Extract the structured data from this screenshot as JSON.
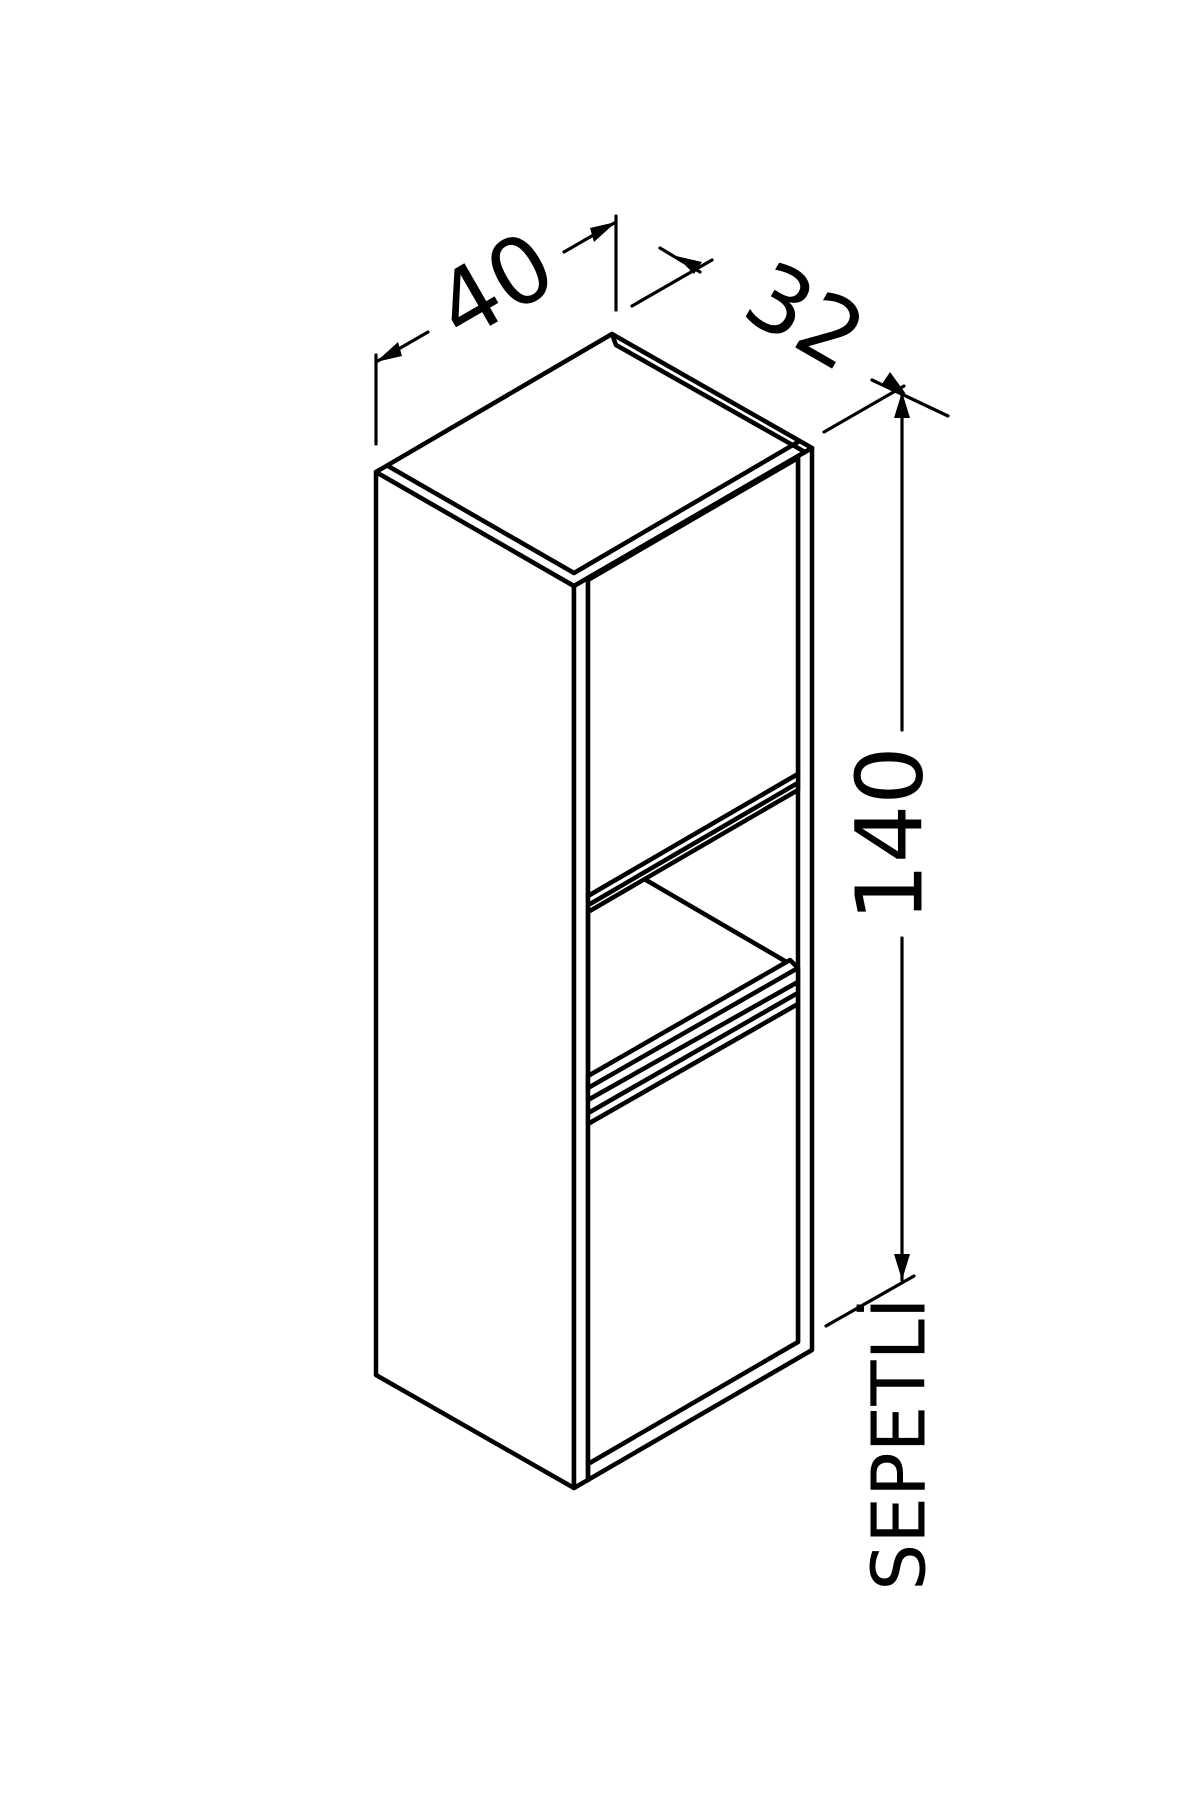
{
  "diagram": {
    "dimensions": {
      "width": "40",
      "depth": "32",
      "height": "140"
    },
    "label": "SEPETLİ",
    "line_color": "#000000",
    "background_color": "#ffffff"
  }
}
